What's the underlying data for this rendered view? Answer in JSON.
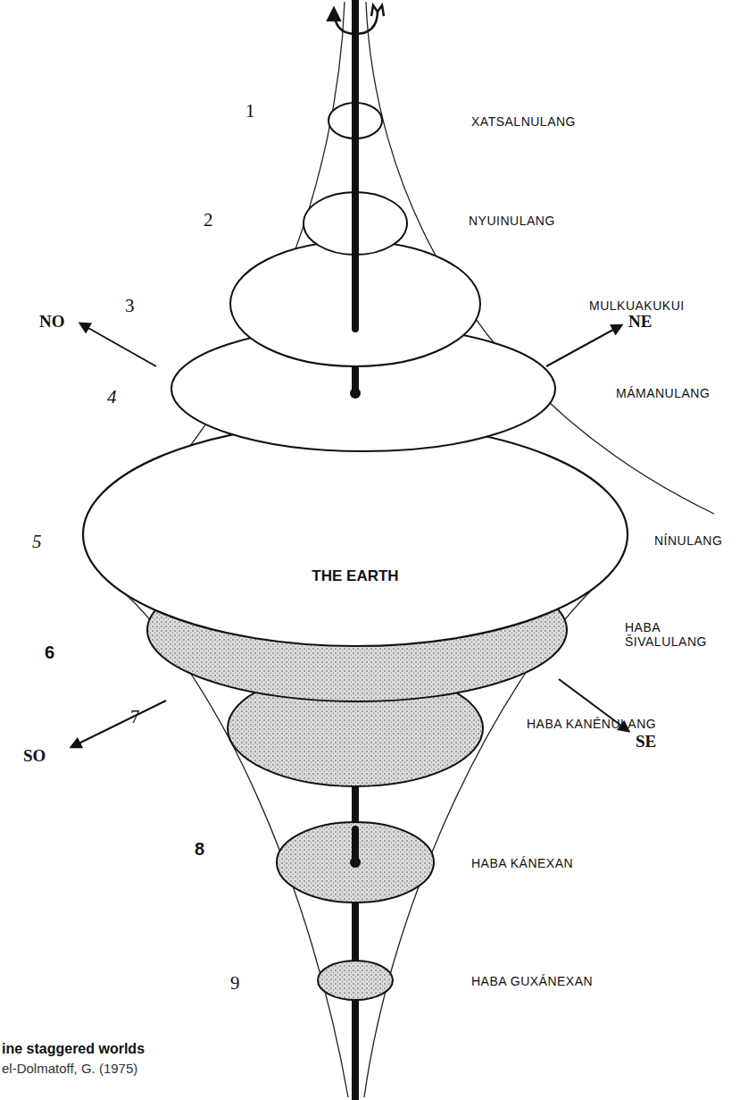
{
  "diagram": {
    "caption": "ine staggered worlds",
    "nodes": [
      {
        "text": [
          "THE EARTH"
        ]
      }
    ],
    "labels": [
      "1",
      "XATSALNULANG",
      "2",
      "NYUINULANG",
      "3",
      "MULKUAKUKUI",
      "NO",
      "NE",
      "4",
      "MÁMANULANG",
      "5",
      "NÍNULANG",
      "6",
      "HABA ŠIVALULANG",
      "SO",
      "SE",
      "7",
      "HABA KANÉNULANG",
      "8",
      "HABA KÁNEXAN",
      "9",
      "HABA GUXÁNEXAN",
      "el-Dolmatoff, G. (1975)"
    ]
  }
}
